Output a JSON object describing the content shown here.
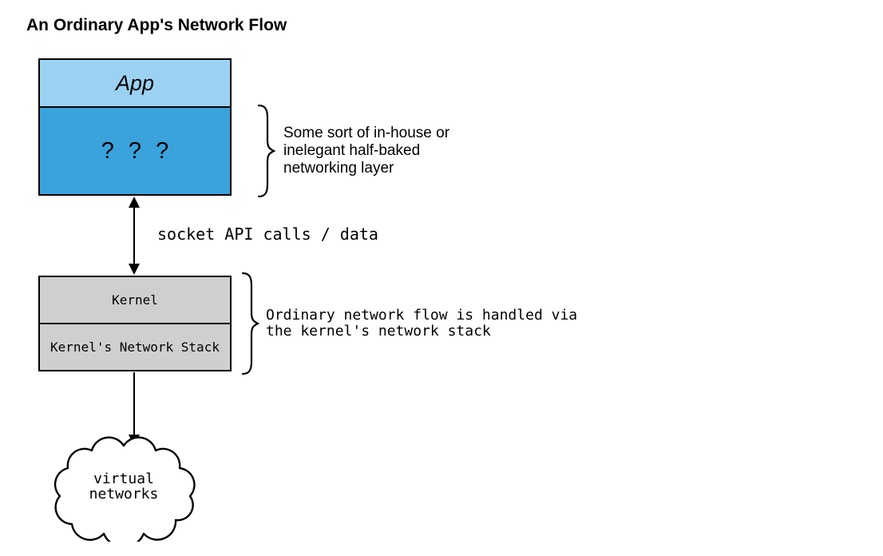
{
  "title": "An Ordinary App's Network Flow",
  "colors": {
    "app_fill": "#9bd1f1",
    "unknown_fill": "#3aa3dc",
    "kernel_fill": "#cfcfcf",
    "stroke": "#000000"
  },
  "app_stack": {
    "app_label": "App",
    "unknown_label": "? ? ?"
  },
  "app_brace_note": {
    "lines": {
      "0": "Some sort of in-house or",
      "1": "inelegant half-baked",
      "2": "networking layer"
    }
  },
  "socket_arrow": {
    "label": "socket API calls / data"
  },
  "kernel_stack": {
    "kernel_label": "Kernel",
    "network_stack_label": "Kernel's Network Stack"
  },
  "kernel_brace_note": {
    "lines": {
      "0": "Ordinary network flow is handled via",
      "1": "the kernel's network stack"
    }
  },
  "cloud": {
    "lines": {
      "0": "virtual",
      "1": "networks"
    }
  }
}
